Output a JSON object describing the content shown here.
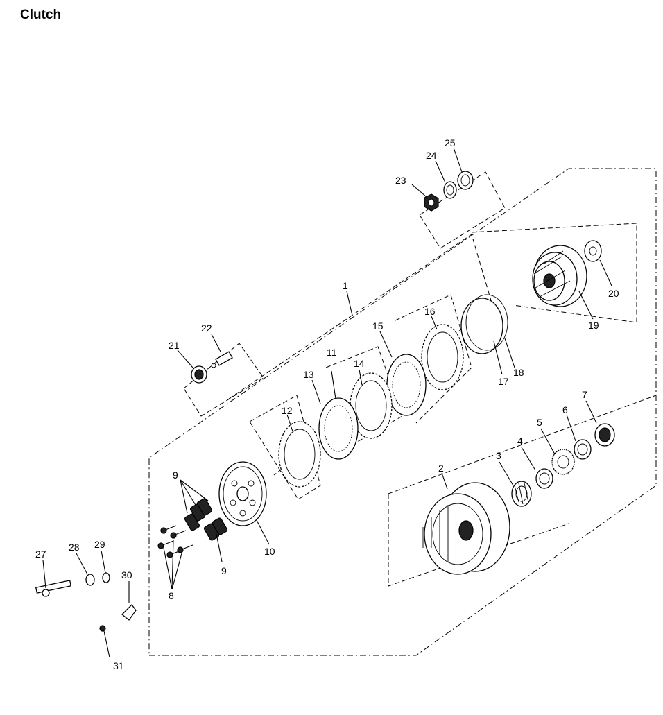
{
  "title": "Clutch",
  "callouts": {
    "c1": "1",
    "c2": "2",
    "c3": "3",
    "c4": "4",
    "c5": "5",
    "c6": "6",
    "c7": "7",
    "c8": "8",
    "c9a": "9",
    "c9b": "9",
    "c10": "10",
    "c11": "11",
    "c12": "12",
    "c13": "13",
    "c14": "14",
    "c15": "15",
    "c16": "16",
    "c17": "17",
    "c18": "18",
    "c19": "19",
    "c20": "20",
    "c21": "21",
    "c22": "22",
    "c23": "23",
    "c24": "24",
    "c25": "25",
    "c27": "27",
    "c28": "28",
    "c29": "29",
    "c30": "30",
    "c31": "31"
  }
}
